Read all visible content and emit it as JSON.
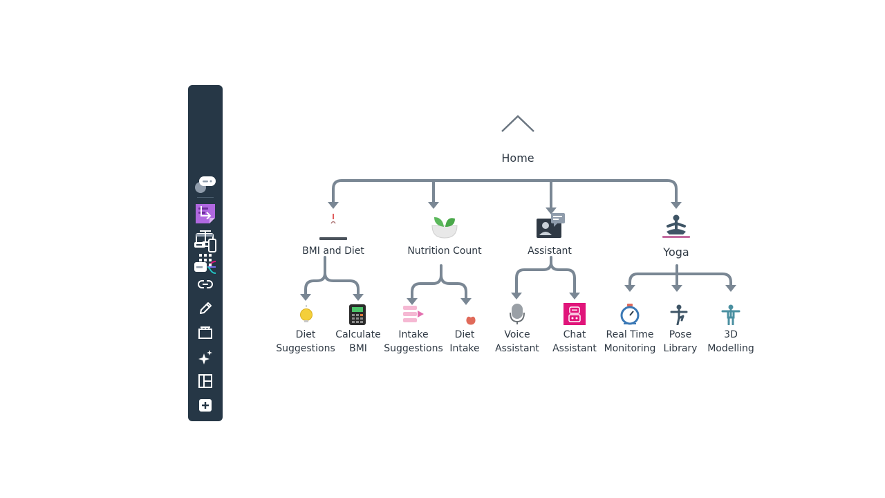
{
  "toolbar": {
    "tools": [
      {
        "name": "comment-tool",
        "icon": "comment-bubbles-icon"
      },
      {
        "name": "sticky-note-tool",
        "icon": "sticky-note-icon"
      },
      {
        "name": "device-frames-tool",
        "icon": "device-frames-icon"
      },
      {
        "name": "mind-map-tool",
        "icon": "mind-map-icon"
      },
      {
        "name": "connector-tool",
        "icon": "connector-arrow-icon"
      },
      {
        "name": "text-tool",
        "icon": "text-icon"
      },
      {
        "name": "grid-apps-tool",
        "icon": "grid-dots-icon"
      },
      {
        "name": "link-tool",
        "icon": "link-icon"
      },
      {
        "name": "pen-tool",
        "icon": "pen-icon"
      },
      {
        "name": "frame-tool",
        "icon": "frame-icon"
      },
      {
        "name": "ai-sparkle-tool",
        "icon": "sparkle-icon"
      },
      {
        "name": "layout-tool",
        "icon": "layout-icon"
      },
      {
        "name": "add-more-tool",
        "icon": "plus-square-icon"
      }
    ],
    "colors": {
      "background": "#263746",
      "icon": "#ffffff",
      "sticky": "#b068e0"
    }
  },
  "diagram": {
    "root": {
      "label": "Home",
      "icon": "home-chevron-icon"
    },
    "branches": [
      {
        "label": "BMI and Diet",
        "icon": "weighing-scale-icon",
        "children": [
          {
            "line1": "Diet",
            "line2": "Suggestions",
            "icon": "lightbulb-icon"
          },
          {
            "line1": "Calculate",
            "line2": "BMI",
            "icon": "calculator-icon"
          }
        ]
      },
      {
        "label": "Nutrition Count",
        "icon": "salad-bowl-icon",
        "children": [
          {
            "line1": "Intake",
            "line2": "Suggestions",
            "icon": "list-arrow-icon"
          },
          {
            "line1": "Diet",
            "line2": "Intake",
            "icon": "apple-icon"
          }
        ]
      },
      {
        "label": "Assistant",
        "icon": "person-chat-icon",
        "children": [
          {
            "line1": "Voice",
            "line2": "Assistant",
            "icon": "microphone-icon"
          },
          {
            "line1": "Chat",
            "line2": "Assistant",
            "icon": "chatbot-icon"
          }
        ]
      },
      {
        "label": "Yoga",
        "icon": "yoga-meditation-icon",
        "children": [
          {
            "line1": "Real Time",
            "line2": "Monitoring",
            "icon": "stopwatch-icon"
          },
          {
            "line1": "Pose",
            "line2": "Library",
            "icon": "yoga-pose-icon"
          },
          {
            "line1": "3D",
            "line2": "Modelling",
            "icon": "figure-3d-icon"
          }
        ]
      }
    ],
    "colors": {
      "connector": "#7a8794",
      "text": "#2f3944",
      "accent_pink": "#e0157a",
      "leaf_green": "#5cb85c"
    }
  }
}
